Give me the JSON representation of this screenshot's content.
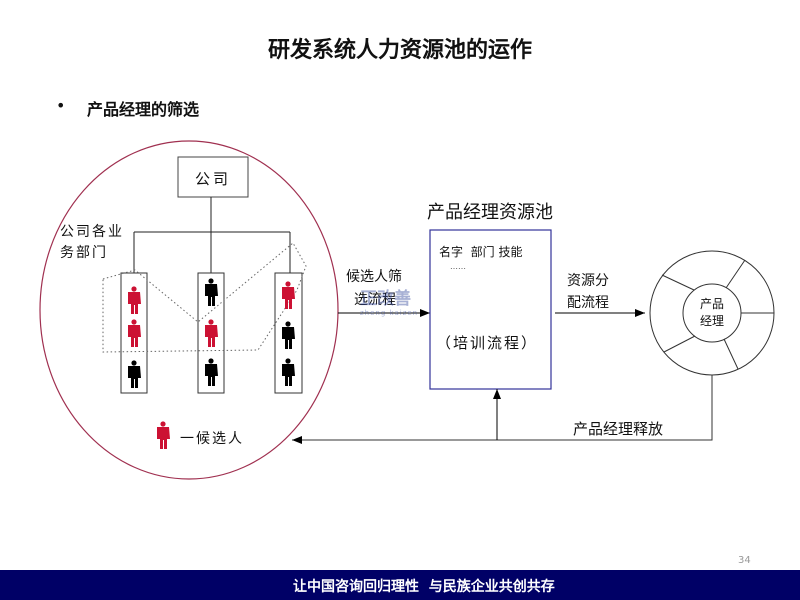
{
  "title": "研发系统人力资源池的运作",
  "bullet": "产品经理的筛选",
  "company": "公司",
  "departments_label": [
    "公司各业",
    "务部门"
  ],
  "legend": "一候选人",
  "screening_label": [
    "候选人筛",
    "选流程"
  ],
  "pool": {
    "title": "产品经理资源池",
    "fields": "名字  部门 技能",
    "ellipsis": "……",
    "training": "（培训流程）"
  },
  "allocation_label": [
    "资源分",
    "配流程"
  ],
  "wheel_label": [
    "产品",
    "经理"
  ],
  "release_label": "产品经理释放",
  "watermark": {
    "text": "正改善",
    "sub": "zheng kaizen"
  },
  "page_number": "34",
  "footer": "让中国咨询回归理性  与民族企业共创共存",
  "colors": {
    "candidate": "#cc1133",
    "ellipse": "#a03050",
    "pool_border": "#333399",
    "footer": "#000066"
  }
}
